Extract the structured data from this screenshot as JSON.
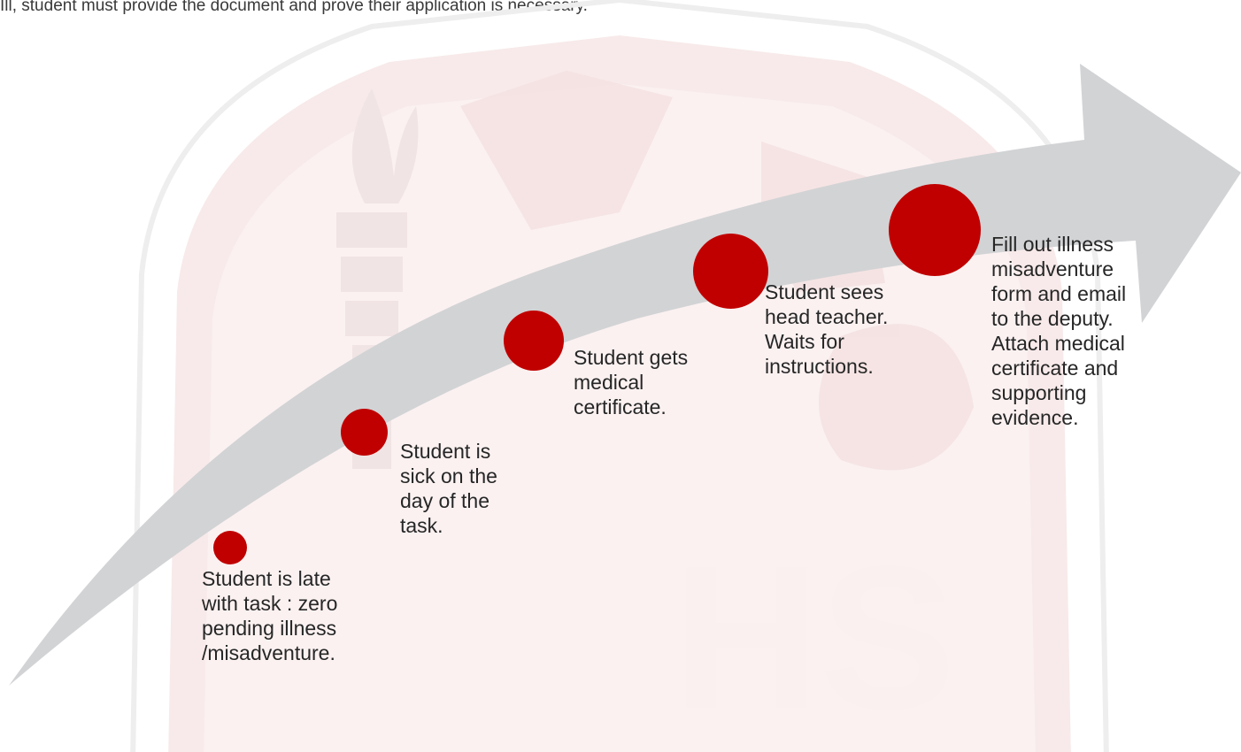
{
  "header_text": "Ill, student must provide the document and prove their application is necessary.",
  "watermark": {
    "letters": "HS",
    "colors": {
      "shield": "#f7e6e6",
      "outline": "#eeeeee",
      "letters": "#fbf0f0"
    }
  },
  "arrow_color": "#d2d3d5",
  "dot_color": "#c00000",
  "steps": [
    {
      "label": "Student is late\nwith task : zero\npending illness\n/misadventure."
    },
    {
      "label": "Student is\nsick on the\nday of the\ntask."
    },
    {
      "label": "Student gets\nmedical\ncertificate."
    },
    {
      "label": "Student sees\nhead teacher.\nWaits for\ninstructions."
    },
    {
      "label": "Fill out illness\nmisadventure\nform and email\nto the deputy.\nAttach medical\ncertificate and\nsupporting\nevidence."
    }
  ]
}
